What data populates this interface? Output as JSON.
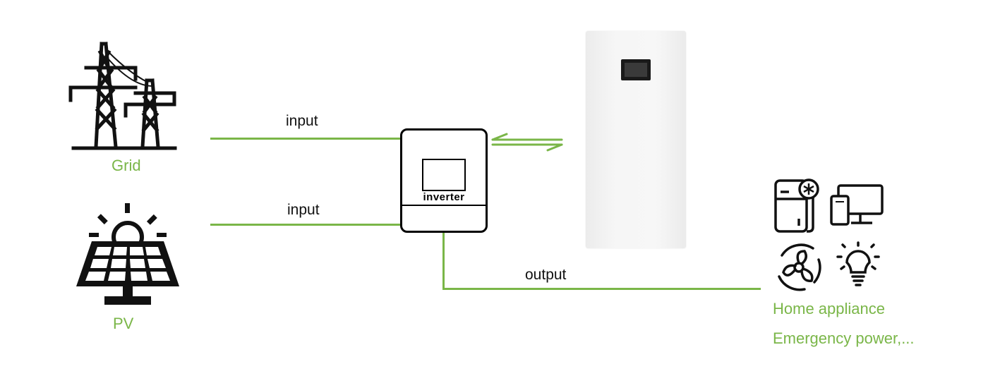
{
  "sources": {
    "grid_label": "Grid",
    "pv_label": "PV"
  },
  "connections": {
    "grid_input_label": "input",
    "pv_input_label": "input",
    "output_label": "output"
  },
  "inverter": {
    "label": "inverter"
  },
  "loads": {
    "line1": "Home appliance",
    "line2": "Emergency power,..."
  },
  "colors": {
    "accent_green": "#7ab648",
    "icon_black": "#111111"
  },
  "icons": [
    "transmission-tower-icon",
    "solar-panel-icon",
    "refrigerator-icon",
    "computer-icon",
    "phone-icon",
    "fan-icon",
    "light-bulb-icon",
    "battery-unit",
    "inverter-box"
  ]
}
